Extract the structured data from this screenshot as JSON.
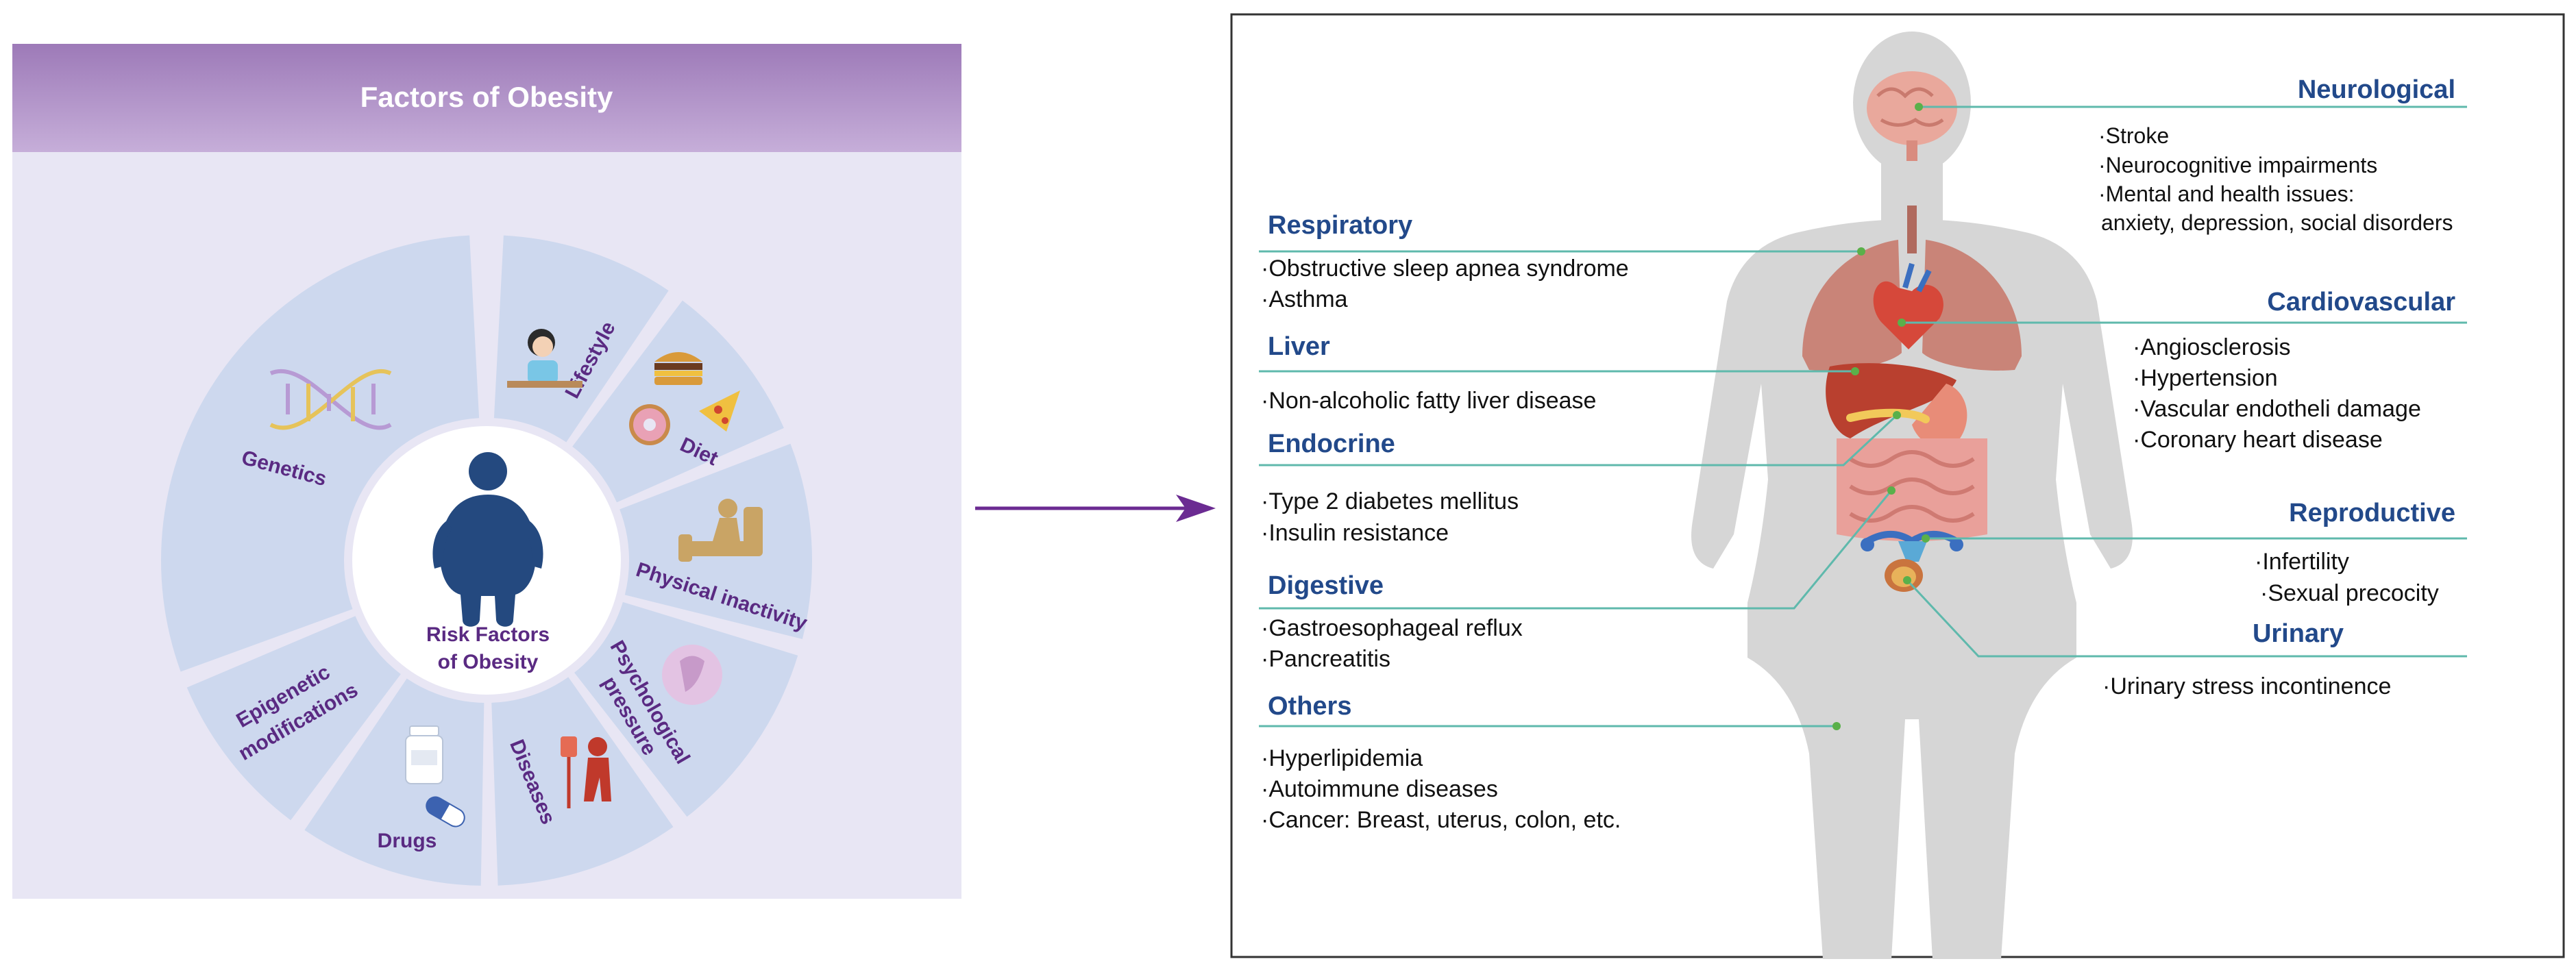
{
  "left_panel": {
    "title": "Factors of Obesity",
    "center_label_line1": "Risk Factors",
    "center_label_line2": "of Obesity",
    "segments": [
      {
        "id": "lifestyle",
        "label": "Lifestyle"
      },
      {
        "id": "diet",
        "label": "Diet"
      },
      {
        "id": "physical",
        "label": "Physical inactivity"
      },
      {
        "id": "psych",
        "label_line1": "Psychological",
        "label_line2": "pressure"
      },
      {
        "id": "diseases",
        "label": "Diseases"
      },
      {
        "id": "drugs",
        "label": "Drugs"
      },
      {
        "id": "epigenetic",
        "label_line1": "Epigenetic",
        "label_line2": "modifications"
      },
      {
        "id": "genetics",
        "label": "Genetics"
      }
    ]
  },
  "right_panel": {
    "left_systems": [
      {
        "id": "respiratory",
        "title": "Respiratory",
        "items": [
          "·Obstructive sleep apnea syndrome",
          "·Asthma"
        ]
      },
      {
        "id": "liver",
        "title": "Liver",
        "items": [
          "·Non-alcoholic fatty liver disease"
        ]
      },
      {
        "id": "endocrine",
        "title": "Endocrine",
        "items": [
          "·Type 2 diabetes mellitus",
          "·Insulin resistance"
        ]
      },
      {
        "id": "digestive",
        "title": "Digestive",
        "items": [
          "·Gastroesophageal reflux",
          "·Pancreatitis"
        ]
      },
      {
        "id": "others",
        "title": "Others",
        "items": [
          "·Hyperlipidemia",
          "·Autoimmune diseases",
          "·Cancer: Breast, uterus, colon, etc."
        ]
      }
    ],
    "right_systems": [
      {
        "id": "neurological",
        "title": "Neurological",
        "items": [
          "·Stroke",
          "·Neurocognitive impairments",
          "·Mental and health issues:",
          "anxiety, depression, social disorders"
        ]
      },
      {
        "id": "cardiovascular",
        "title": "Cardiovascular",
        "items": [
          "·Angiosclerosis",
          "·Hypertension",
          "·Vascular endotheli damage",
          "·Coronary heart disease"
        ]
      },
      {
        "id": "reproductive",
        "title": "Reproductive",
        "items": [
          "·Infertility",
          "·Sexual precocity"
        ]
      },
      {
        "id": "urinary",
        "title": "Urinary",
        "items": [
          "·Urinary stress incontinence"
        ]
      }
    ]
  },
  "colors": {
    "header_top": "#9d7ab8",
    "header_bottom": "#c6aed9",
    "panel_bg": "#e8e6f4",
    "segment": "#cdd8ee",
    "center": "#ffffff",
    "figure": "#24497f",
    "arrow": "#6b2b92",
    "leader": "#5fb9ac",
    "title_blue": "#22498a",
    "silhouette": "#d6d6d6"
  }
}
